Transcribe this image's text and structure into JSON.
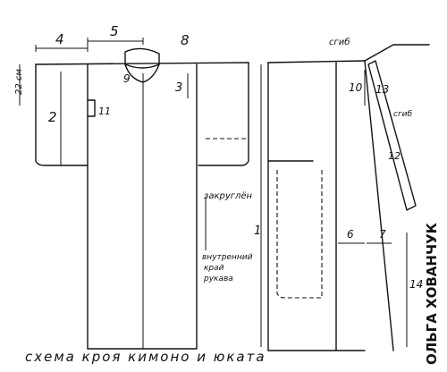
{
  "labels": {
    "width_sleeve": "4",
    "width_neck": "5",
    "collar_piece": "8",
    "neck_depth": "9",
    "sleeve_depth": "2",
    "cm_22": "22 см",
    "sleeve_slit": "11",
    "sleeve_inner_height": "3",
    "rounded": "закруглён",
    "inner_edge_line1": "внутренний",
    "inner_edge_line2": "край",
    "inner_edge_line3": "рукава",
    "fold_top": "сгиб",
    "back_top_drop": "10",
    "collar_len": "13",
    "fold_collar": "сгиб",
    "collar_width": "12",
    "total_length": "1",
    "panel_width": "6",
    "gusset_width": "7",
    "gusset_length": "14",
    "caption": "схема кроя  кимоно и юката",
    "author": "ОЛЬГА ХОВАНЧУК"
  }
}
